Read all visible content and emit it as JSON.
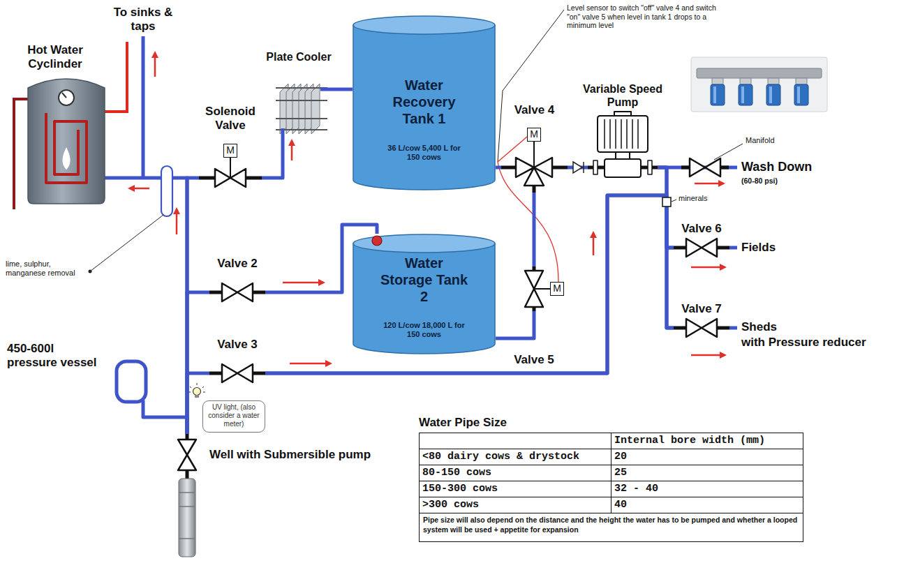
{
  "diagram": {
    "nodes": [
      {
        "text": [
          "Hot Water Cyclinder"
        ]
      },
      {
        "text": [
          "Plate Cooler"
        ]
      },
      {
        "text": [
          "Water Recovery Tank 1",
          "36 L/cow 5,400 L for 150 cows"
        ]
      },
      {
        "text": [
          "Solenoid Valve",
          "M"
        ]
      },
      {
        "text": [
          "Variable Speed Pump"
        ]
      },
      {
        "text": [
          "Valve 4",
          "M"
        ]
      },
      {
        "text": [
          "Valve 2"
        ]
      },
      {
        "text": [
          "Water Storage Tank 2",
          "120 L/cow 18,000 L for 150 cows"
        ]
      },
      {
        "text": [
          "Valve 5",
          "M"
        ]
      },
      {
        "text": [
          "Valve 6"
        ]
      },
      {
        "text": [
          "Valve 3"
        ]
      },
      {
        "text": [
          "Valve 7"
        ]
      },
      {
        "text": [
          "450-600l pressure vessel"
        ]
      },
      {
        "text": [
          "UV light, (also consider a water meter)"
        ]
      },
      {
        "text": [
          "Well with Submersible pump"
        ]
      }
    ],
    "edges": [
      {
        "from": 14,
        "to": 0,
        "arrow": "none"
      },
      {
        "from": 14,
        "to": 3,
        "arrow": "none"
      },
      {
        "from": 3,
        "to": 1,
        "arrow": "none"
      },
      {
        "from": 1,
        "to": 2,
        "arrow": "none"
      },
      {
        "from": 14,
        "to": 6,
        "arrow": "none"
      },
      {
        "from": 6,
        "to": 7,
        "arrow": "none"
      },
      {
        "from": 14,
        "to": 10,
        "arrow": "none"
      },
      {
        "from": 2,
        "to": 5,
        "arrow": "none"
      },
      {
        "from": 7,
        "to": 8,
        "arrow": "none"
      },
      {
        "from": 8,
        "to": 5,
        "arrow": "none"
      },
      {
        "from": 5,
        "to": 4,
        "arrow": "none"
      },
      {
        "from": 4,
        "to": 9,
        "arrow": "none"
      },
      {
        "from": 4,
        "to": 11,
        "arrow": "none"
      },
      {
        "from": 10,
        "to": 9,
        "arrow": "none"
      },
      {
        "from": 10,
        "to": 11,
        "arrow": "none"
      },
      {
        "from": 14,
        "to": 12,
        "arrow": "none"
      }
    ],
    "labels": [
      "To sinks & taps",
      "lime, sulphur, manganese removal",
      "Level sensor to switch \"off\" valve 4 and switch \"on\" valve 5 when level in tank 1 drops to a minimum level",
      "Manifold",
      "Wash Down",
      "(60-80 psi)",
      "minerals",
      "Fields",
      "Sheds",
      "with Pressure reducer",
      "Water Pipe Size",
      "Internal bore width (mm)",
      "<80 dairy cows & drystock",
      "20",
      "80-150 cows",
      "25",
      "150-300 cows",
      "32 - 40",
      ">300 cows",
      "40",
      "Pipe size will also depend on the distance and the height the water has to be pumped and whether a looped system will be used + appetite for expansion"
    ]
  }
}
